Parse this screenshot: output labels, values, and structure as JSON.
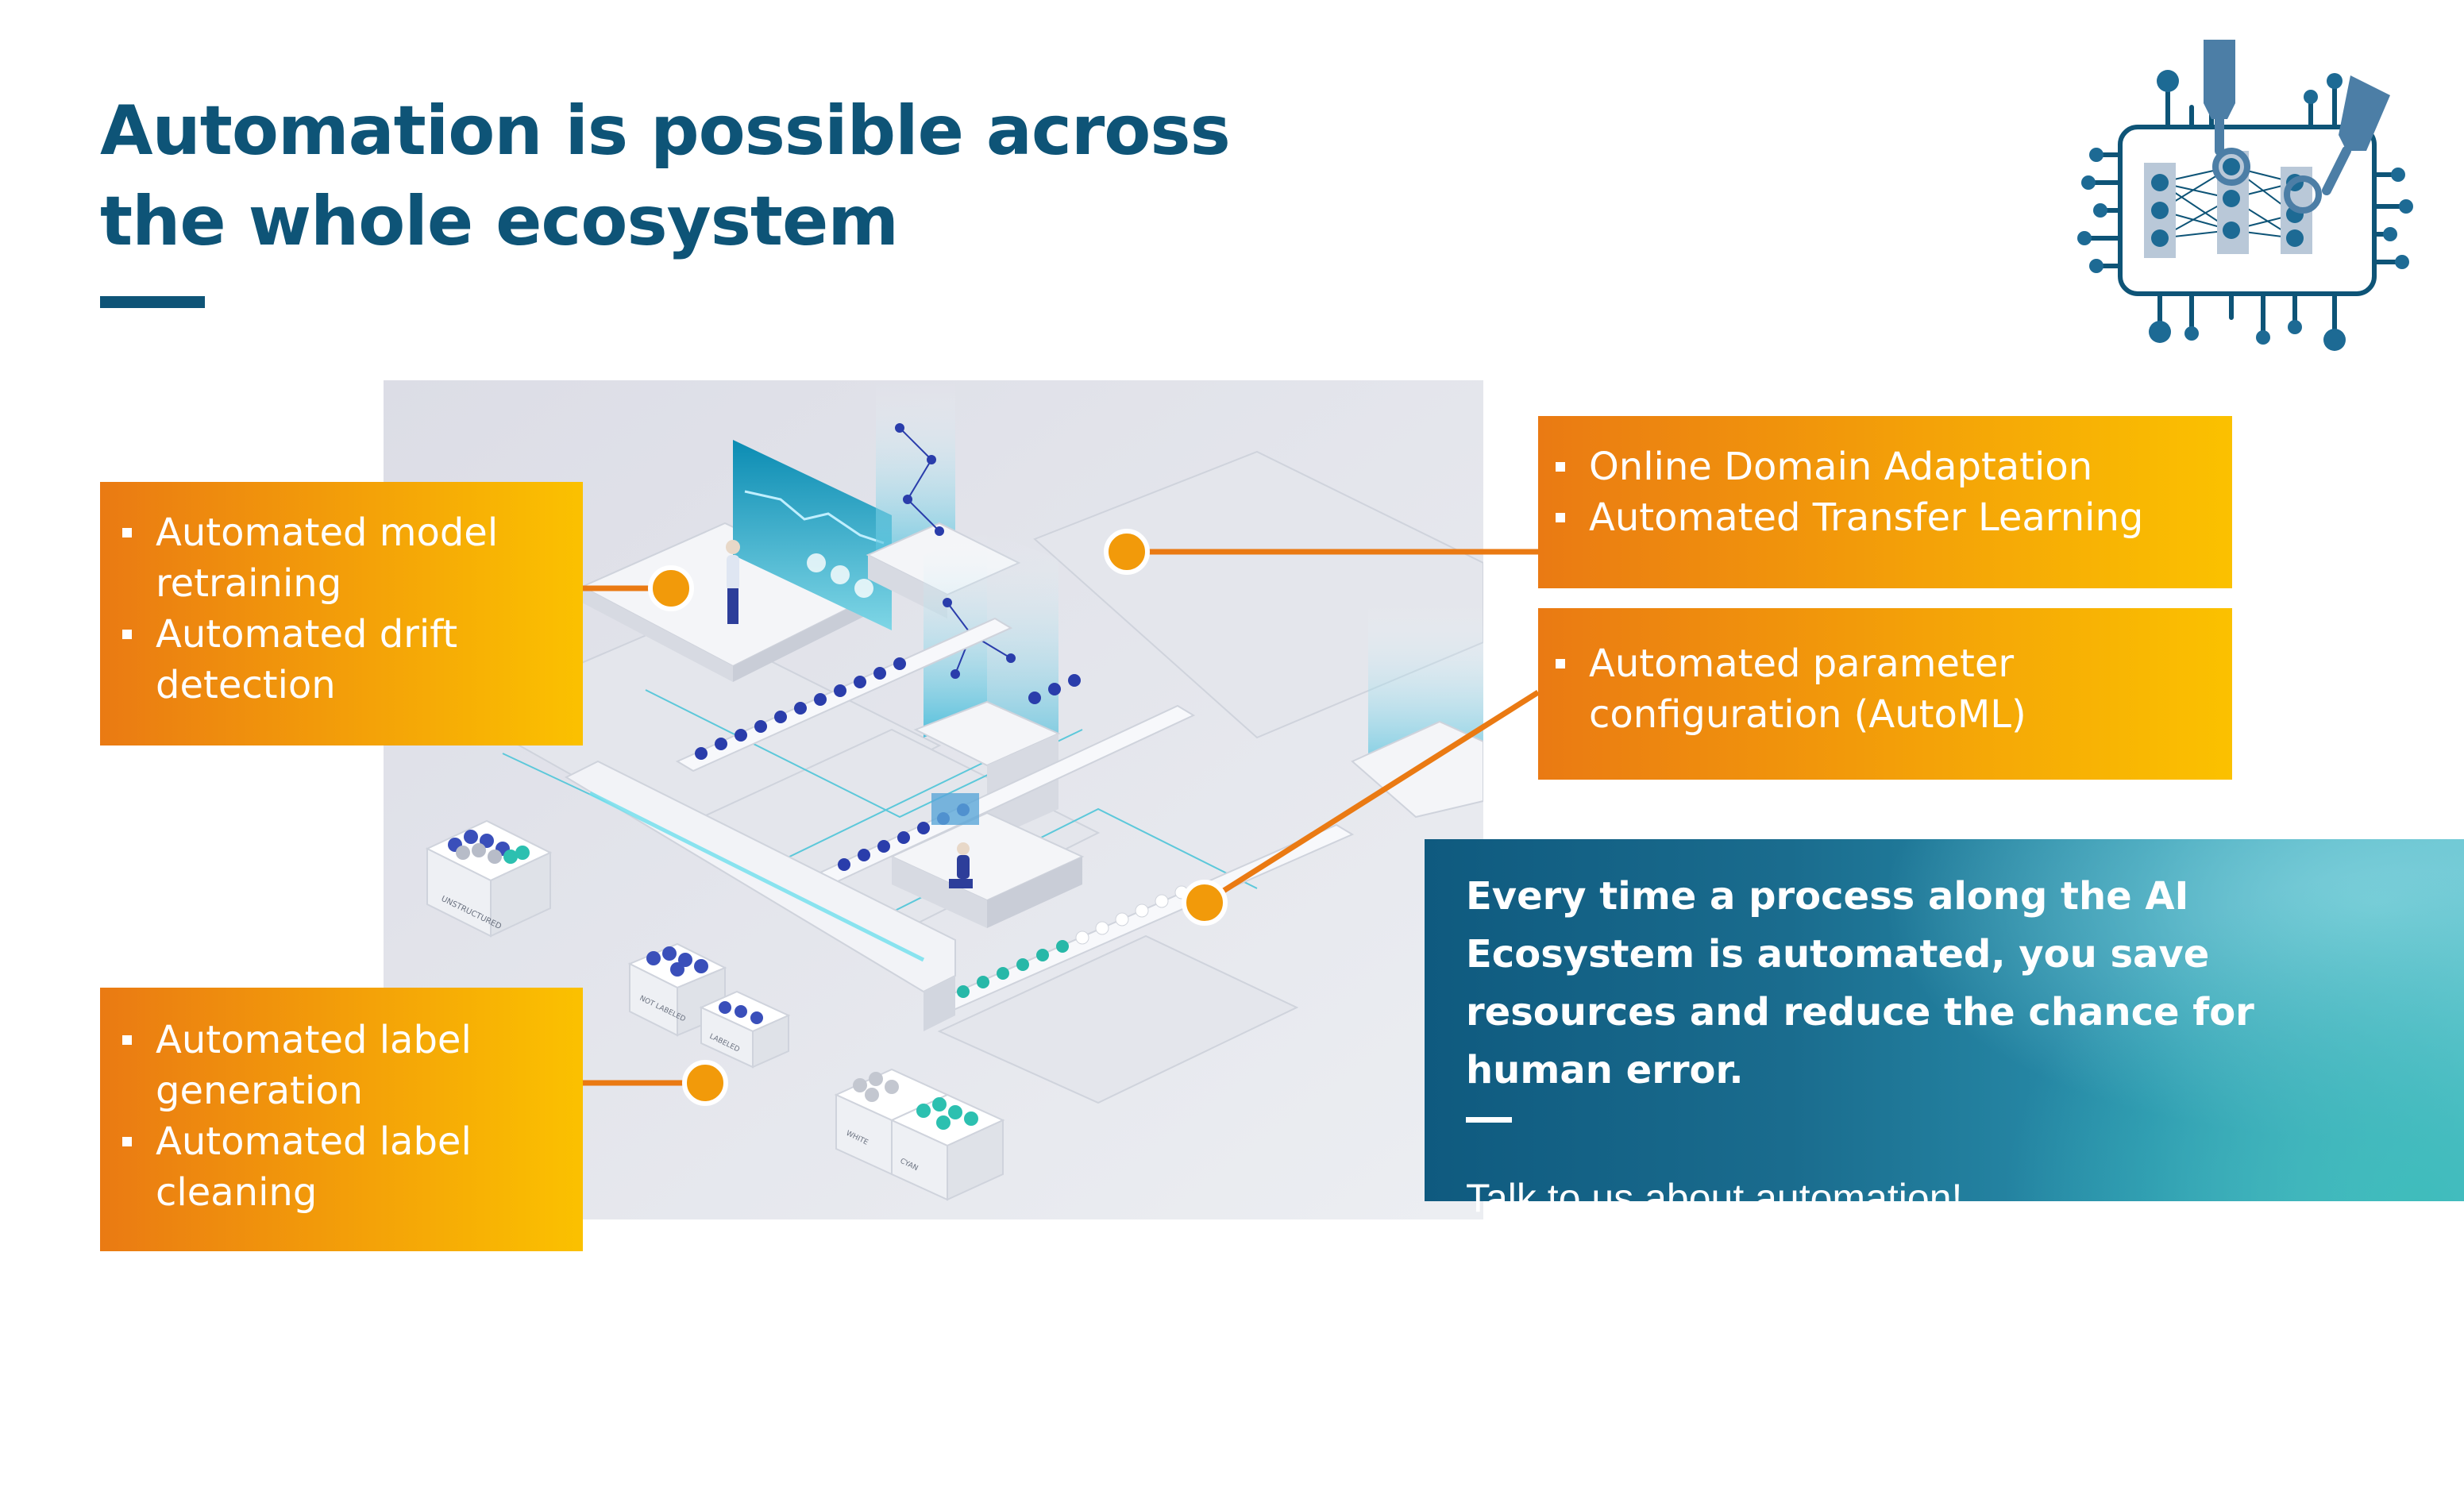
{
  "title": "Automation is possible across the whole ecosystem",
  "boxes": {
    "left_top": [
      "Automated model retraining",
      "Automated drift detection"
    ],
    "left_bottom": [
      "Automated label generation",
      "Automated label cleaning"
    ],
    "right_top": [
      "Online Domain Adaptation",
      "Automated Transfer Learning"
    ],
    "right_mid": [
      "Automated parameter configuration (AutoML)"
    ]
  },
  "callout": {
    "text": "Every time a process along the AI Ecosystem is automated, you save resources and reduce the chance for human error.",
    "cta": "Talk to us about automation!"
  },
  "scene_labels": {
    "bin_unstructured": "UNSTRUCTURED",
    "bin_not_labeled": "NOT LABELED",
    "bin_labeled": "LABELED",
    "bin_white": "WHITE",
    "bin_cyan": "CYAN"
  },
  "colors": {
    "title": "#0e5477",
    "orange_start": "#ea7a13",
    "orange_end": "#fbc100",
    "connector": "#ea7a13",
    "teal_start": "#0f5a7f",
    "teal_end": "#5bbfcc",
    "ball_dark": "#2a3dab",
    "ball_teal": "#27b8a8"
  },
  "icons": [
    "ai-chip-robot-arms-icon"
  ]
}
